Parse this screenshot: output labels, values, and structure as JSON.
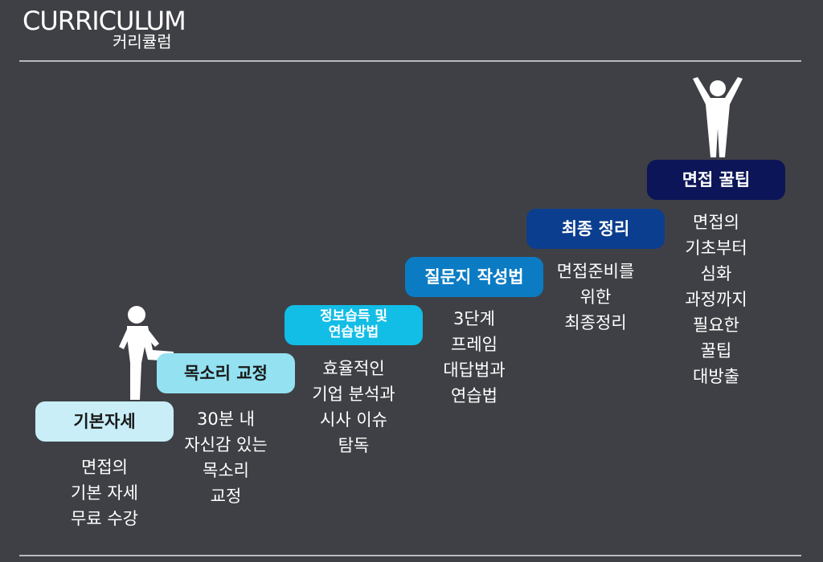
{
  "header": {
    "title": "CURRICULUM",
    "subtitle": "커리큘럼"
  },
  "steps": [
    {
      "label": "기본자세",
      "lines": [
        "면접의",
        "기본 자세",
        "무료 수강"
      ]
    },
    {
      "label": "목소리 교정",
      "lines": [
        "30분 내",
        "자신감 있는",
        "목소리",
        "교정"
      ]
    },
    {
      "label_lines": [
        "정보습득 및",
        "연습방법"
      ],
      "lines": [
        "효율적인",
        "기업 분석과",
        "시사 이슈",
        "탐독"
      ]
    },
    {
      "label": "질문지 작성법",
      "lines": [
        "3단계",
        "프레임",
        "대답법과",
        "연습법"
      ]
    },
    {
      "label": "최종 정리",
      "lines": [
        "면접준비를",
        "위한",
        "최종정리"
      ]
    },
    {
      "label": "면접 꿀팁",
      "lines": [
        "면접의",
        "기초부터",
        "심화",
        "과정까지",
        "필요한",
        "꿀팁",
        "대방출"
      ]
    }
  ],
  "icons": {
    "walker": "person-climbing-stairs-icon",
    "cheer": "person-celebrating-icon"
  },
  "colors": {
    "background": "#3f4045",
    "step1": "#c9eef7",
    "step2": "#93e1f1",
    "step3": "#12bde6",
    "step4": "#0b7cc3",
    "step5": "#0b3e8e",
    "step6": "#0b1557"
  }
}
